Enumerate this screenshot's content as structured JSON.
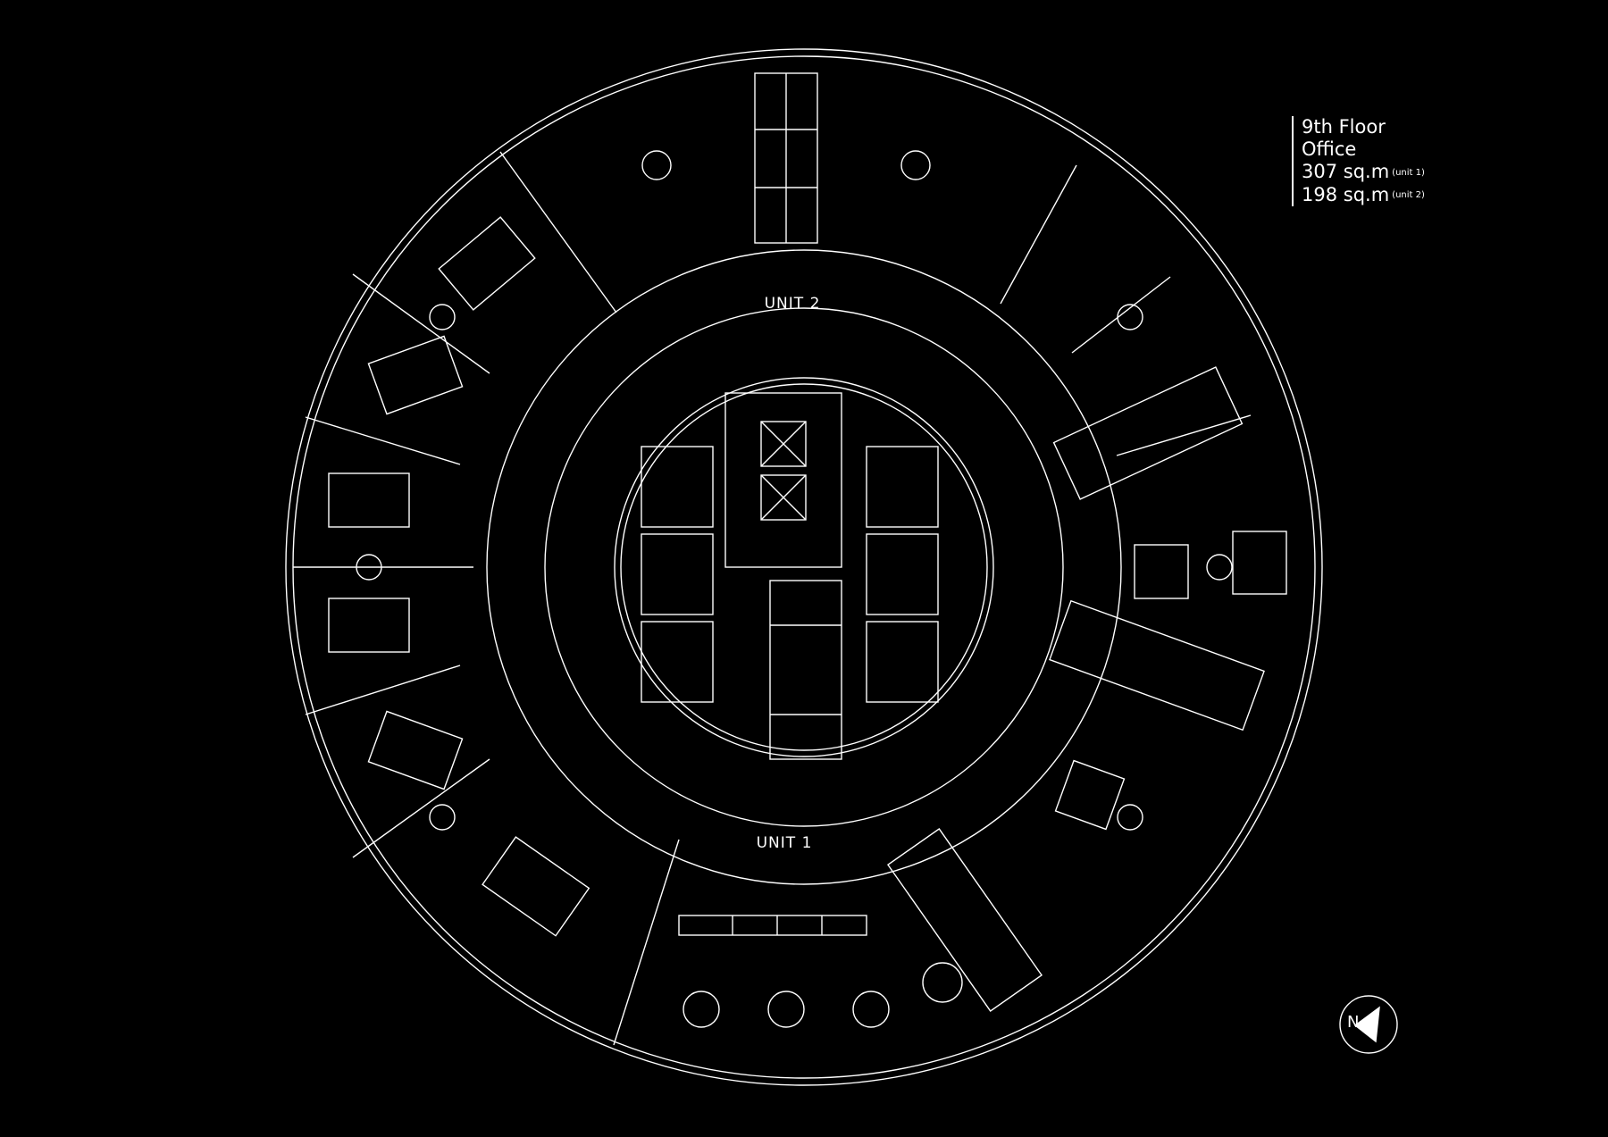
{
  "legend": {
    "floor": "9th Floor",
    "use": "Office",
    "area_unit1": "307 sq.m",
    "area_unit1_tag": "(unit 1)",
    "area_unit2": "198 sq.m",
    "area_unit2_tag": "(unit 2)"
  },
  "labels": {
    "unit2": "UNIT 2",
    "unit1": "UNIT 1"
  },
  "compass": {
    "letter": "N"
  },
  "colors": {
    "background": "#000000",
    "line": "#ffffff"
  }
}
